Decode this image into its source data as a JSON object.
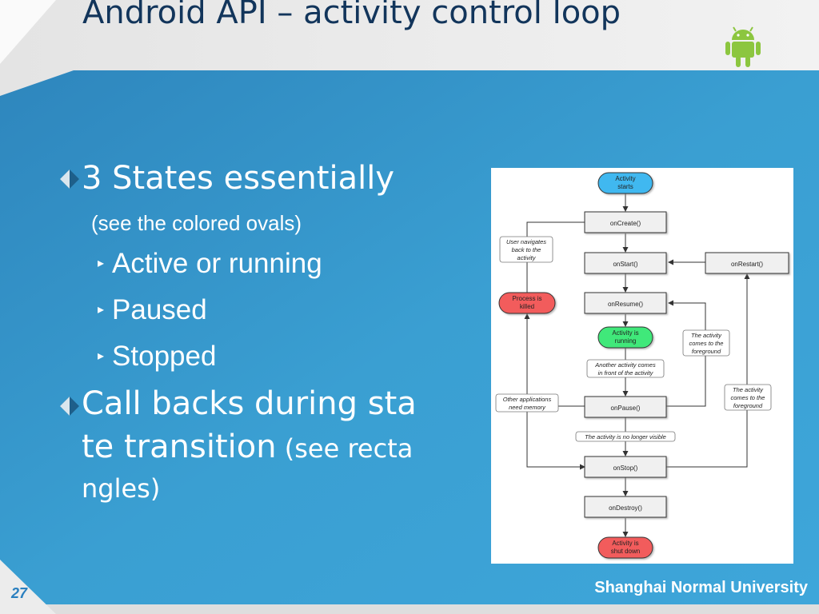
{
  "title": "Android API – activity control loop",
  "bullets": [
    {
      "text": "3 States essentially",
      "note": "(see the colored ovals)"
    },
    {
      "text": "Call backs during state transition",
      "line1": "Call backs during sta",
      "line2": "te transition",
      "note1": " (see recta",
      "note2": "ngles)"
    }
  ],
  "states": [
    "Active or running",
    "Paused",
    "Stopped"
  ],
  "diagram": {
    "activity_starts": [
      "Activity",
      "starts"
    ],
    "on_create": "onCreate()",
    "on_start": "onStart()",
    "on_restart": "onRestart()",
    "on_resume": "onResume()",
    "on_pause": "onPause()",
    "on_stop": "onStop()",
    "on_destroy": "onDestroy()",
    "activity_running": [
      "Activity is",
      "running"
    ],
    "process_killed": [
      "Process is",
      "killed"
    ],
    "shut_down": [
      "Activity is",
      "shut down"
    ],
    "user_navigates": [
      "User navigates",
      "back to the",
      "activity"
    ],
    "another_activity": [
      "Another activity comes",
      "in front of the activity"
    ],
    "other_apps": [
      "Other applications",
      "need memory"
    ],
    "no_longer_visible": "The activity is no longer visible",
    "foreground_1": [
      "The activity",
      "comes to the",
      "foreground"
    ],
    "foreground_2": [
      "The activity",
      "comes to the",
      "foreground"
    ]
  },
  "footer": "Shanghai Normal University",
  "page_number": "27",
  "colors": {
    "title": "#12355b",
    "slide_blue": "#3a9fd2",
    "oval_blue": "#3fb8f0",
    "oval_green": "#3fe87a",
    "oval_red": "#f25c5c",
    "footer_page": "#2a7fbf"
  },
  "icons": [
    "android-logo-icon",
    "diamond-bullet-icon",
    "arrow-bullet-icon"
  ]
}
